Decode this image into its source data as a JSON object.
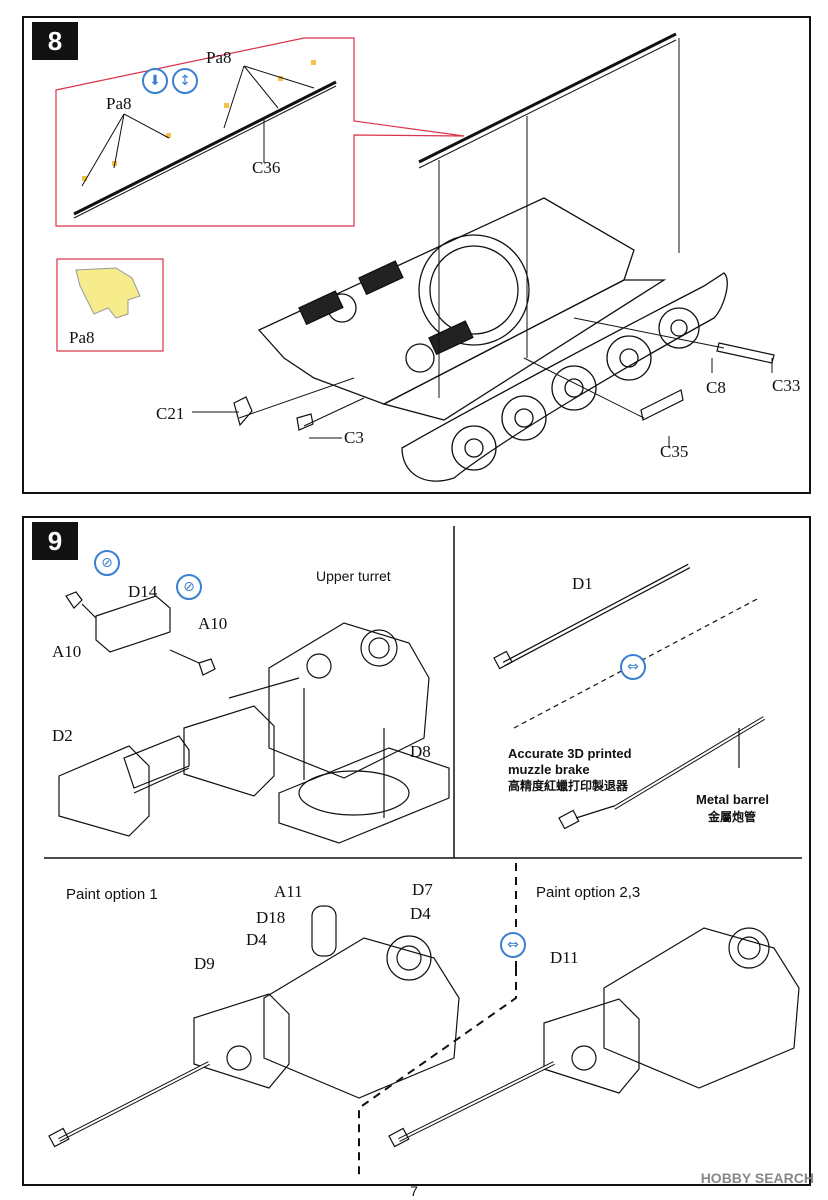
{
  "step8": {
    "number": "8",
    "labels": {
      "pa8_a": "Pa8",
      "pa8_b": "Pa8",
      "c36": "C36",
      "pa8_part": "Pa8",
      "c21": "C21",
      "c3": "C3",
      "c8": "C8",
      "c33": "C33",
      "c35": "C35"
    }
  },
  "step9": {
    "number": "9",
    "labels": {
      "upper_turret": "Upper turret",
      "d14": "D14",
      "a10_left": "A10",
      "a10_right": "A10",
      "d2": "D2",
      "d8": "D8",
      "d1": "D1",
      "muzzle_line1": "Accurate 3D printed",
      "muzzle_line2": "muzzle brake",
      "muzzle_cn": "高精度紅蠟打印製退器",
      "barrel_en": "Metal barrel",
      "barrel_cn": "金屬炮管",
      "paint1": "Paint option 1",
      "paint23": "Paint option 2,3",
      "a11": "A11",
      "d7": "D7",
      "d18": "D18",
      "d4_left": "D4",
      "d4_right": "D4",
      "d9": "D9",
      "d11": "D11"
    }
  },
  "icons": {
    "glue": "glue-icon",
    "symmetry": "symmetry-icon",
    "no_glue": "no-glue-icon",
    "alternative": "alternative-icon"
  },
  "colors": {
    "callout_red": "#d9334a",
    "icon_blue": "#3a7fd0",
    "part_yellow": "#f7ec8c"
  },
  "page_number": "7",
  "watermark": "HOBBY SEARCH"
}
